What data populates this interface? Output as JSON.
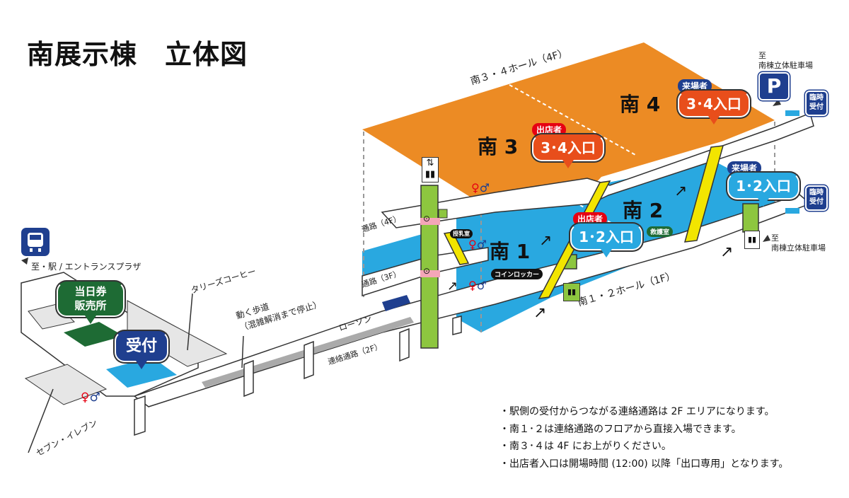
{
  "title": "南展示棟　立体図",
  "halls": {
    "s1": "南 1",
    "s2": "南 2",
    "s3": "南 3",
    "s4": "南 4"
  },
  "floor_labels": {
    "hall34": "南３・４ホール（4F）",
    "hall12": "南１・２ホール（1F）",
    "path4f": "通路（4F）",
    "path3f": "通路（3F）",
    "path2f": "連絡通路（2F）"
  },
  "bubbles": {
    "reception": "受付",
    "same_day_ticket": "当日券\n販売所",
    "exhib_34_tag": "出店者",
    "exhib_34": "3･4入口",
    "visitor_34_tag": "来場者",
    "visitor_34": "3･4入口",
    "exhib_12_tag": "出店者",
    "exhib_12": "1･2入口",
    "visitor_12_tag": "来場者",
    "visitor_12": "1･2入口"
  },
  "places": {
    "station": "至・駅 / エントランスプラザ",
    "tullys": "タリーズコーヒー",
    "walkway": "動く歩道\n（混雑解消まで停止）",
    "lawson": "ローソン",
    "seven": "セブン・イレブン",
    "parking_top_to": "至",
    "parking_top": "南棟立体駐車場",
    "parking_mid_to": "至",
    "parking_mid": "南棟立体駐車場",
    "temp_reception": "臨時\n受付",
    "coin_locker": "コインロッカー",
    "nursing": "授乳室",
    "first_aid": "救護室",
    "parking_sign": "P"
  },
  "notes": [
    "・駅側の受付からつながる連絡通路は 2F エリアになります。",
    "・南１･２は連絡通路のフロアから直接入場できます。",
    "・南３･４は 4F にお上がりください。",
    "・出店者入口は開場時間 (12:00) 以降「出口専用」となります。"
  ],
  "colors": {
    "orange_hall": "#ec8b24",
    "blue_hall": "#29a8e0",
    "green_column": "#8dc63f",
    "yellow_escalator": "#f2e500",
    "navy": "#1f3f8f",
    "red_tag": "#e60012",
    "dark_green": "#1e6b34"
  },
  "icons": [
    "train-icon",
    "parking-icon",
    "elevator-icon",
    "escalator-icon",
    "restroom-icon",
    "restaurant-icon",
    "coin-locker-icon"
  ]
}
